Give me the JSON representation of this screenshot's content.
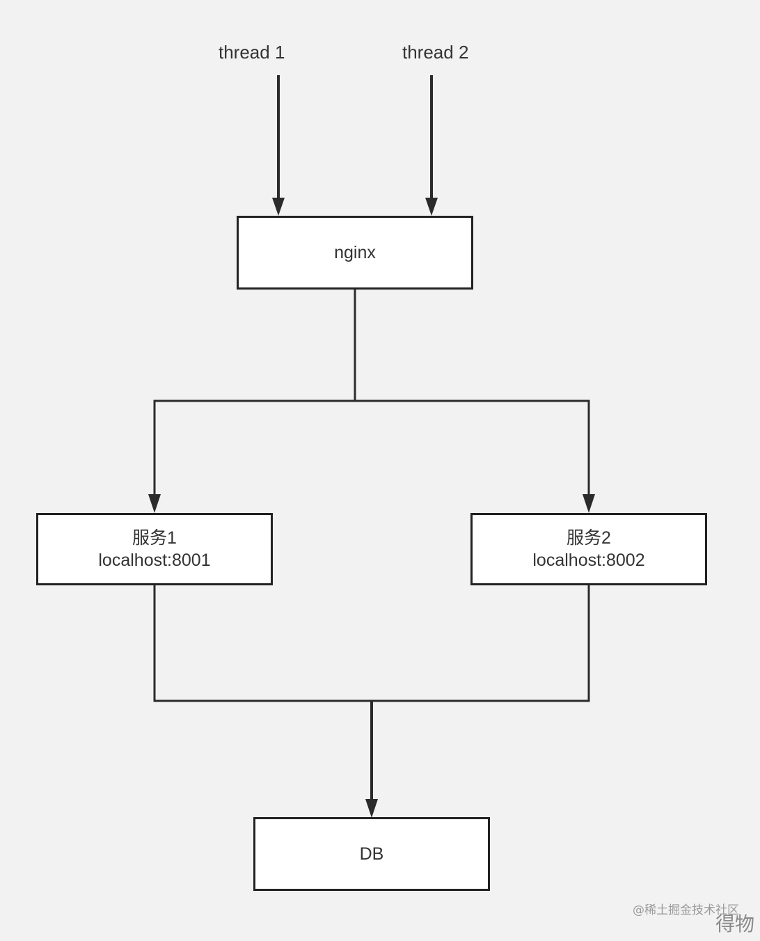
{
  "inputs": {
    "thread1": "thread 1",
    "thread2": "thread 2"
  },
  "nodes": {
    "nginx": "nginx",
    "service1": {
      "name": "服务1",
      "address": "localhost:8001"
    },
    "service2": {
      "name": "服务2",
      "address": "localhost:8002"
    },
    "db": "DB"
  },
  "watermark": {
    "site": "@稀土掘金技术社区",
    "corner": "得物"
  },
  "colors": {
    "background": "#f2f2f2",
    "stroke": "#2b2b2b",
    "box_fill": "#ffffff"
  }
}
